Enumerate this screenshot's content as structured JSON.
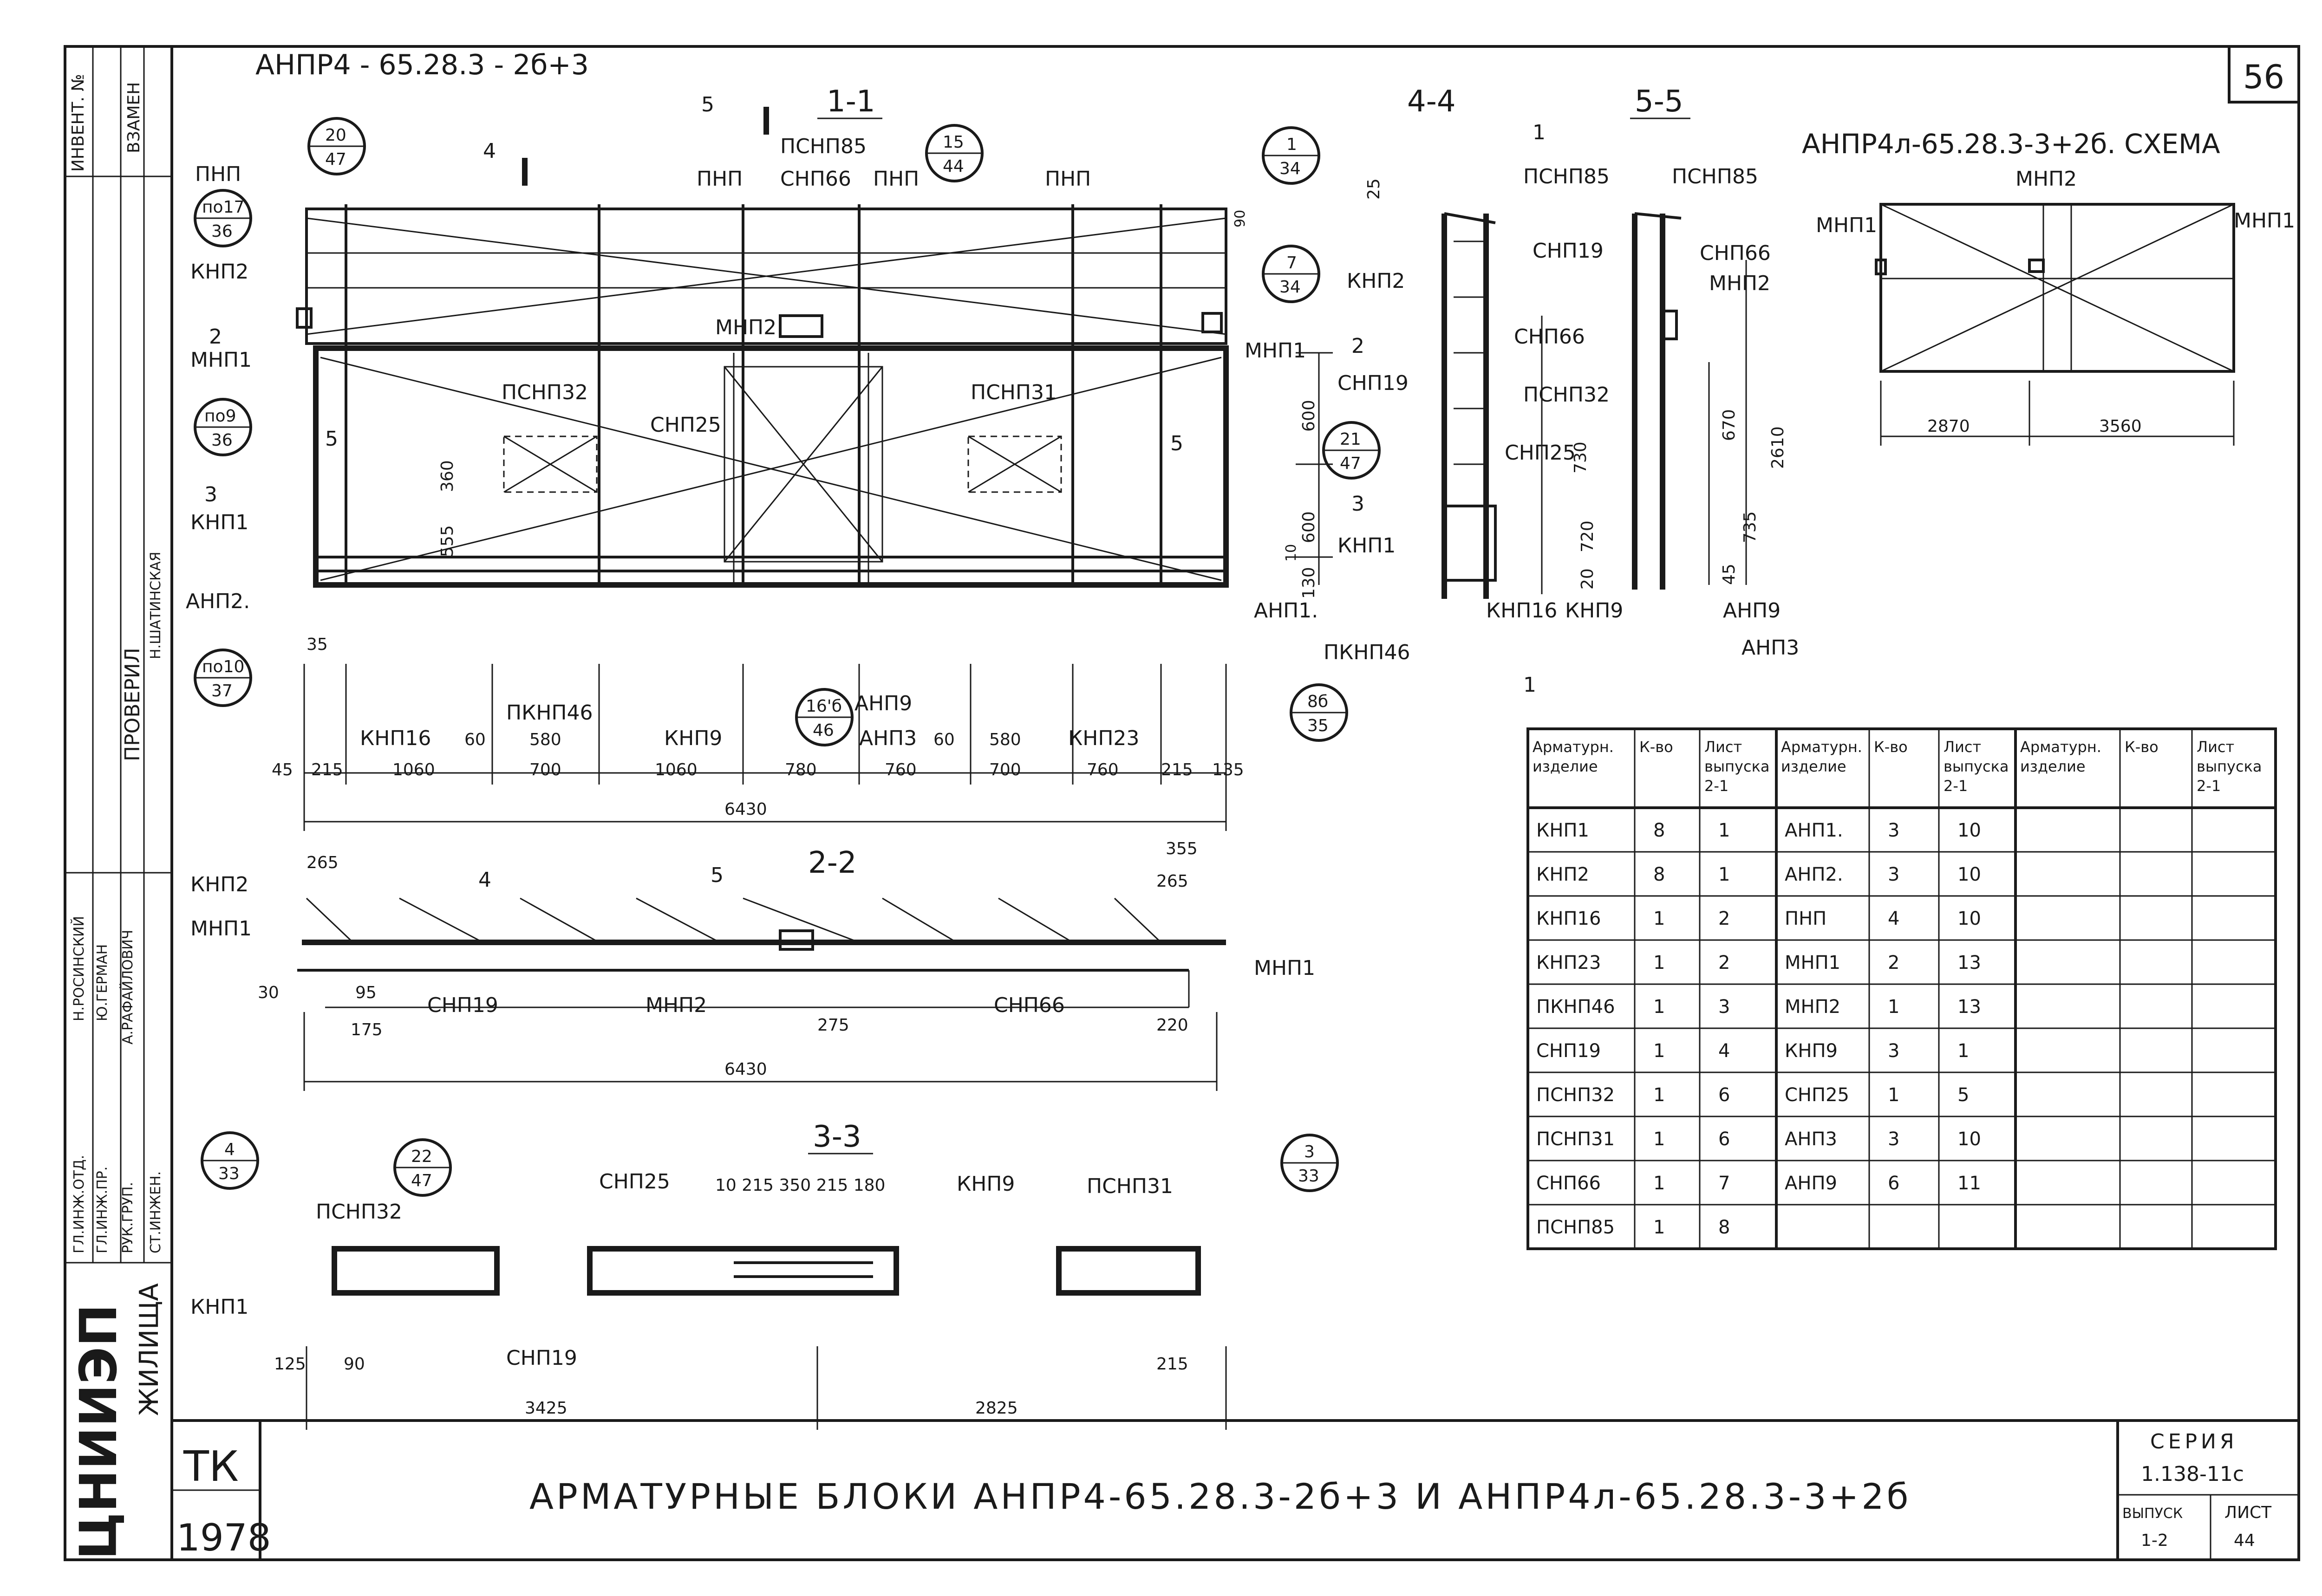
{
  "sheet_number": "56",
  "top_title": "АНПР4 - 65.28.3 - 2б+3",
  "scheme_title": "АНПР4л-65.28.3-3+2б. СХЕМА",
  "sections": {
    "s11": "1-1",
    "s22": "2-2",
    "s33": "3-3",
    "s44": "4-4",
    "s55": "5-5"
  },
  "section_marks": {
    "m1": "1",
    "m2": "2",
    "m3": "3",
    "m4": "4",
    "m5": "5"
  },
  "main_view": {
    "labels": {
      "pnp": "ПНП",
      "knp2": "КНП2",
      "mnp1": "МНП1",
      "knp1": "КНП1",
      "anp2": "АНП2.",
      "anp1": "АНП1.",
      "psnp85": "ПСНП85",
      "snp66": "СНП66",
      "mnp2": "МНП2",
      "psnp32": "ПСНП32",
      "psnp31": "ПСНП31",
      "snp25": "СНП25",
      "knp16": "КНП16",
      "pknp46": "ПКНП46",
      "knp9": "КНП9",
      "anp9": "АНП9",
      "anp3": "АНП3",
      "knp23": "КНП23"
    },
    "bubbles": [
      {
        "top": "20",
        "bottom": "47"
      },
      {
        "top": "15",
        "bottom": "44"
      },
      {
        "top": "1",
        "bottom": "34"
      },
      {
        "top": "по17",
        "bottom": "36"
      },
      {
        "top": "7",
        "bottom": "34"
      },
      {
        "top": "по9",
        "bottom": "36"
      },
      {
        "top": "по10",
        "bottom": "37"
      },
      {
        "top": "16'б",
        "bottom": "46"
      },
      {
        "top": "8б",
        "bottom": "35"
      }
    ],
    "dims_horizontal": [
      "45",
      "215",
      "1060",
      "700",
      "1060",
      "780",
      "760",
      "700",
      "760",
      "215",
      "135"
    ],
    "dims_top": [
      "35",
      "60",
      "580",
      "60",
      "580"
    ],
    "overall": "6430",
    "dims_vertical": [
      "360",
      "555",
      "600",
      "600",
      "130",
      "10",
      "90"
    ],
    "side_5": "5"
  },
  "section_22": {
    "labels": {
      "knp2": "КНП2",
      "mnp1": "МНП1",
      "snp19": "СНП19",
      "mnp2": "МНП2",
      "snp66": "СНП66",
      "mnp1r": "МНП1"
    },
    "dims": [
      "265",
      "355",
      "265",
      "30",
      "95",
      "175",
      "275",
      "220"
    ],
    "overall": "6430"
  },
  "section_33": {
    "labels": {
      "psnp32": "ПСНП32",
      "snp25": "СНП25",
      "knp9": "КНП9",
      "psnp31": "ПСНП31",
      "knp1": "КНП1",
      "snp19": "СНП19"
    },
    "dims_top": "10 215 350 215 180",
    "dims": [
      "125",
      "90",
      "215",
      "3425",
      "2825"
    ],
    "bubbles": [
      {
        "top": "4",
        "bottom": "33"
      },
      {
        "top": "22",
        "bottom": "47"
      },
      {
        "top": "3",
        "bottom": "33"
      }
    ]
  },
  "section_44": {
    "labels": [
      "ПСНП85",
      "КНП2",
      "СНП66",
      "СНП19",
      "ПСНП32",
      "СНП25",
      "КНП1",
      "КНП16",
      "ПКНП46"
    ],
    "dims": [
      "25",
      "730",
      "720",
      "20",
      "2610"
    ],
    "bubble": {
      "top": "21",
      "bottom": "47"
    }
  },
  "section_55": {
    "labels": [
      "ПСНП85",
      "СНП19",
      "СНП66",
      "МНП2",
      "КНП9",
      "АНП9",
      "АНП3"
    ],
    "dims": [
      "670",
      "735",
      "45"
    ]
  },
  "scheme": {
    "labels": {
      "mnp2": "МНП2",
      "mnp1l": "МНП1",
      "mnp1r": "МНП1"
    },
    "dims": [
      "2870",
      "3560"
    ]
  },
  "table": {
    "headers": [
      "Арматурн. изделие",
      "К-во",
      "Лист выпуска 2-1",
      "Арматурн. изделие",
      "К-во",
      "Лист выпуска 2-1",
      "Арматурн. изделие",
      "К-во",
      "Лист выпуска 2-1"
    ],
    "rows": [
      [
        "КНП1",
        "8",
        "1",
        "АНП1.",
        "3",
        "10",
        "",
        "",
        ""
      ],
      [
        "КНП2",
        "8",
        "1",
        "АНП2.",
        "3",
        "10",
        "",
        "",
        ""
      ],
      [
        "КНП16",
        "1",
        "2",
        "ПНП",
        "4",
        "10",
        "",
        "",
        ""
      ],
      [
        "КНП23",
        "1",
        "2",
        "МНП1",
        "2",
        "13",
        "",
        "",
        ""
      ],
      [
        "ПКНП46",
        "1",
        "3",
        "МНП2",
        "1",
        "13",
        "",
        "",
        ""
      ],
      [
        "СНП19",
        "1",
        "4",
        "КНП9",
        "3",
        "1",
        "",
        "",
        ""
      ],
      [
        "ПСНП32",
        "1",
        "6",
        "СНП25",
        "1",
        "5",
        "",
        "",
        ""
      ],
      [
        "ПСНП31",
        "1",
        "6",
        "АНП3",
        "3",
        "10",
        "",
        "",
        ""
      ],
      [
        "СНП66",
        "1",
        "7",
        "АНП9",
        "6",
        "11",
        "",
        "",
        ""
      ],
      [
        "ПСНП85",
        "1",
        "8",
        "",
        "",
        "",
        "",
        "",
        ""
      ]
    ]
  },
  "stamp": {
    "side_column": [
      "ИНВЕНТ. №",
      "ВЗАМЕН"
    ],
    "checked": "ПРОВЕРИЛ",
    "roles": [
      "ГЛ.ИНЖ.ОТД.",
      "ГЛ.ИНЖ.ПР.",
      "РУК.ГРУП.",
      "СТ.ИНЖЕН."
    ],
    "names": [
      "Н.РОСИНСКИЙ",
      "Ю.ГЕРМАН",
      "А.РАФАЙЛОВИЧ",
      "Н.ШАТИНСКАЯ"
    ],
    "org_short": "ЦНИИЭП",
    "org_long": "ЖИЛИЩА",
    "tk": "ТК",
    "year": "1978",
    "main_title": "АРМАТУРНЫЕ БЛОКИ АНПР4-65.28.3-2б+3 И АНПР4л-65.28.3-3+2б",
    "series_label": "СЕРИЯ",
    "series": "1.138-11с",
    "issue_label": "ВЫПУСК",
    "issue": "1-2",
    "sheet_label": "ЛИСТ",
    "sheet": "44"
  }
}
